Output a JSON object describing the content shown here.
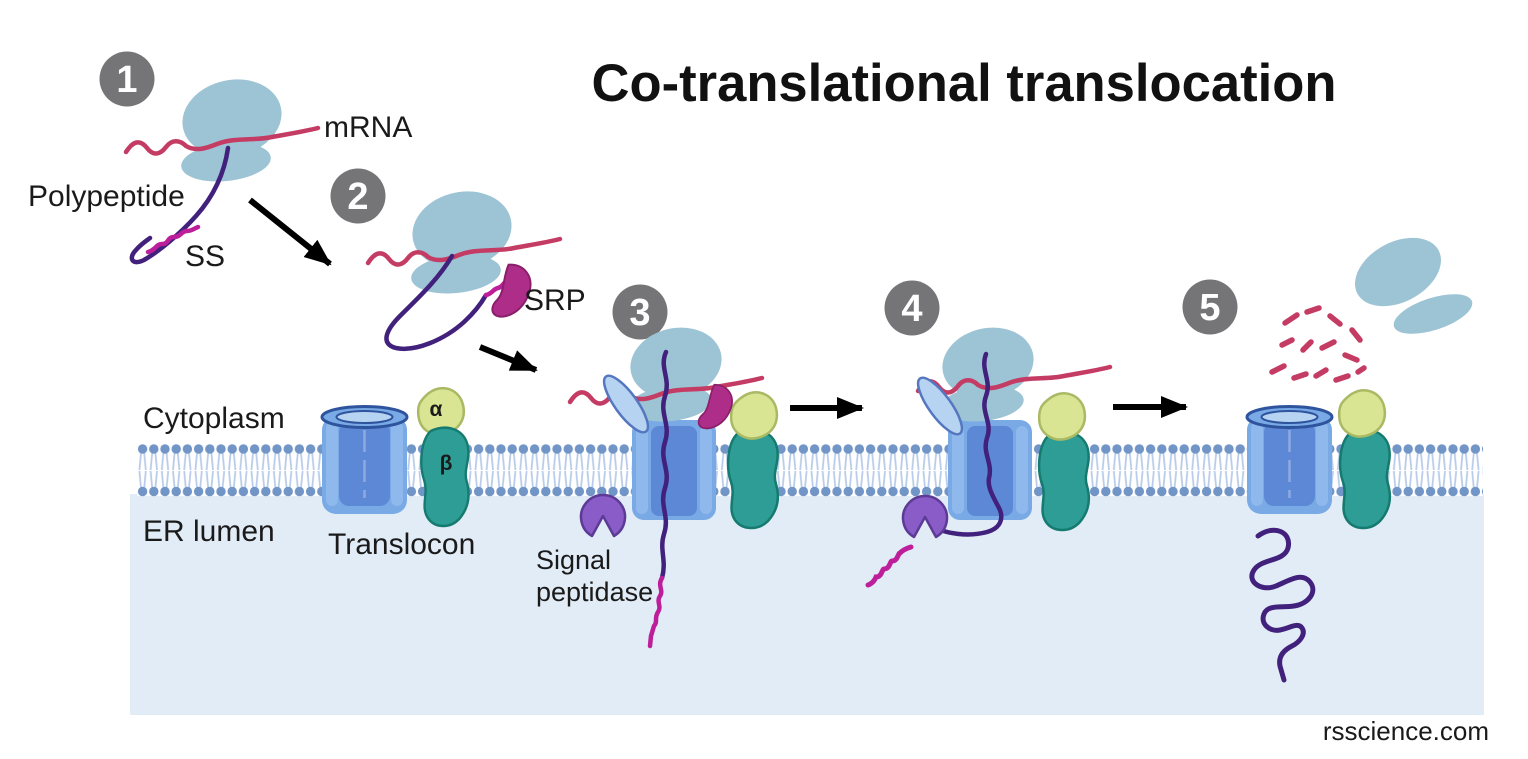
{
  "title": "Co-translational translocation",
  "watermark": "rsscience.com",
  "step_numbers": [
    "1",
    "2",
    "3",
    "4",
    "5"
  ],
  "labels": {
    "mrna": "mRNA",
    "polypeptide": "Polypeptide",
    "signal_sequence": "SS",
    "srp": "SRP",
    "cytoplasm": "Cytoplasm",
    "er_lumen": "ER lumen",
    "translocon": "Translocon",
    "signal_peptidase_line1": "Signal",
    "signal_peptidase_line2": "peptidase",
    "alpha_subunit": "α",
    "beta_subunit": "β"
  },
  "colors": {
    "ribosome": "#9dc4d5",
    "mrna": "#c43b64",
    "polypeptide": "#42217d",
    "signal_sequence": "#bd1f9b",
    "srp": "#ad2d88",
    "translocon_outer": "#79aae6",
    "translocon_inner": "#5d88d6",
    "translocon_rim_stroke": "#2f549e",
    "srp_receptor": "#b7d3f2",
    "alpha_subunit": "#d9e593",
    "beta_subunit": "#2d9d95",
    "signal_peptidase": "#8a5cc8",
    "membrane_head": "#7295c8",
    "membrane_tail": "#b9cce9",
    "er_lumen_bg": "#e2ecf7",
    "step_badge": "#757578",
    "arrow": "#000000"
  }
}
